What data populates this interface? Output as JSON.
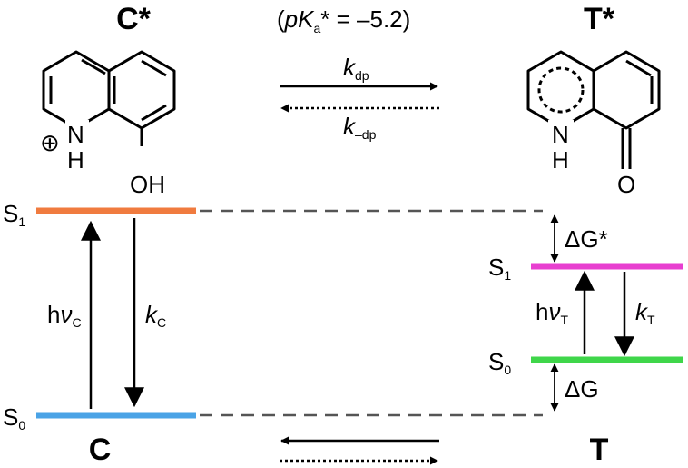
{
  "species": {
    "c_star": "C*",
    "t_star": "T*",
    "c": "C",
    "t": "T"
  },
  "pka": {
    "open": "(",
    "p": "p",
    "k": "K",
    "sub": "a",
    "rest": "* = –5.2)"
  },
  "rates": {
    "k": "k",
    "dp_sub": "dp",
    "minus_dp_sub": "–dp",
    "c_sub": "C",
    "t_sub": "T"
  },
  "states": {
    "s": "S",
    "one": "1",
    "zero": "0"
  },
  "photon": {
    "h": "h",
    "nu": "ν",
    "c_sub": "C",
    "t_sub": "T"
  },
  "free_energy": {
    "delta_g_star": "ΔG*",
    "delta_g": "ΔG"
  },
  "atoms": {
    "charge": "⊕",
    "nh": "N",
    "h": "H",
    "oh": "OH",
    "o": "O"
  },
  "colors": {
    "c_s1": "#f07b3f",
    "c_s0": "#4aa3e6",
    "t_s1": "#e83fd0",
    "t_s0": "#3fd64a"
  }
}
